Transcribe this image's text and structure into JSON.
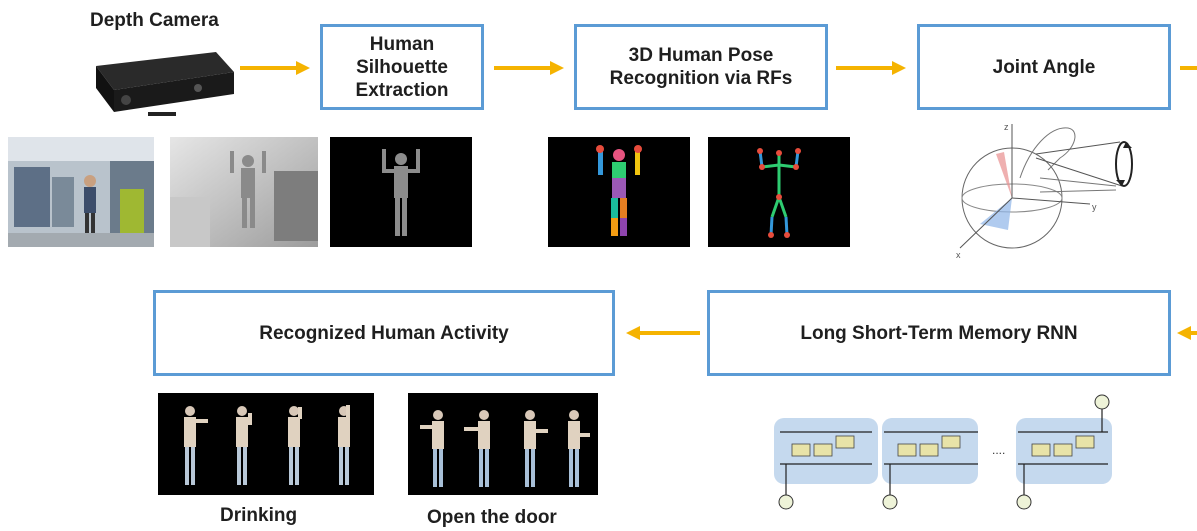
{
  "camera": {
    "label": "Depth Camera"
  },
  "stages": {
    "silhouette": "Human Silhouette Extraction",
    "pose": "3D Human Pose Recognition via RFs",
    "joint": "Joint Angle",
    "lstm": "Long Short-Term Memory RNN",
    "activity": "Recognized Human Activity"
  },
  "activities": {
    "drinking": "Drinking",
    "open_door": "Open the door"
  },
  "joint_diagram": {
    "axis_x": "x",
    "axis_y": "y",
    "axis_z": "z"
  },
  "lstm_diagram": {
    "dots": "...."
  },
  "colors": {
    "box_border": "#5b9bd5",
    "arrow": "#f5b301",
    "lstm_cell": "#c5d9ee"
  }
}
